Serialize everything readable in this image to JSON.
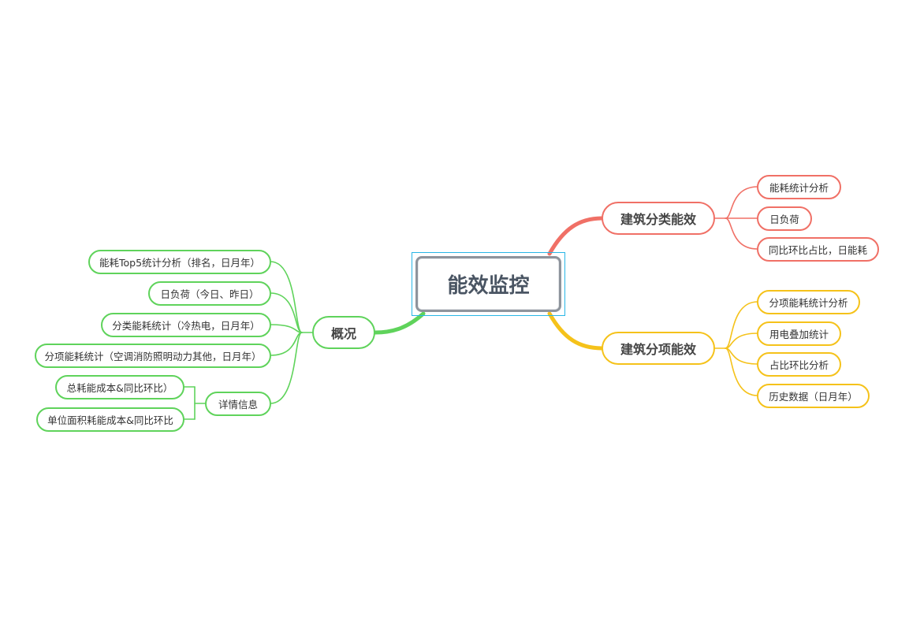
{
  "root": {
    "title": "能效监控"
  },
  "branches": {
    "category": {
      "title": "建筑分类能效",
      "color": "#f07066",
      "items": [
        "能耗统计分析",
        "日负荷",
        "同比环比占比，日能耗"
      ]
    },
    "itemized": {
      "title": "建筑分项能效",
      "color": "#f5c21a",
      "items": [
        "分项能耗统计分析",
        "用电叠加统计",
        "占比环比分析",
        "历史数据（日月年）"
      ]
    },
    "overview": {
      "title": "概况",
      "color": "#5fd35b",
      "items": [
        "能耗Top5统计分析（排名，日月年）",
        "日负荷（今日、昨日）",
        "分类能耗统计（冷热电，日月年）",
        "分项能耗统计（空调消防照明动力其他，日月年）"
      ],
      "detail": {
        "title": "详情信息",
        "items": [
          "总耗能成本&同比环比）",
          "单位面积耗能成本&同比环比"
        ]
      }
    }
  }
}
